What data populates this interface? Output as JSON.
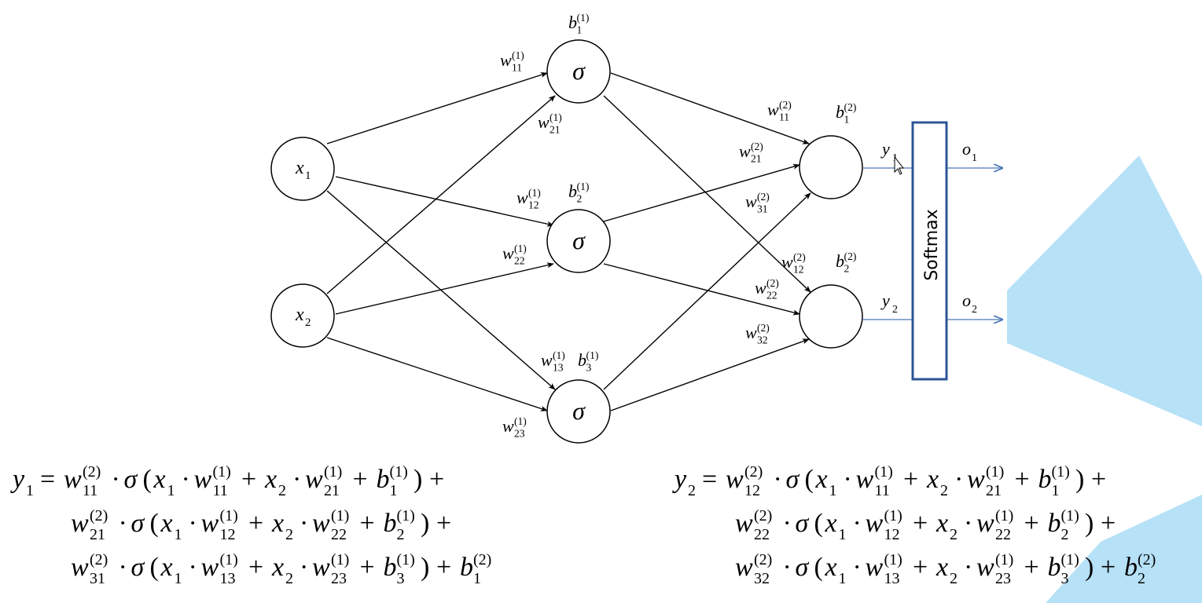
{
  "colors": {
    "edge": "#000000",
    "node_stroke": "#000000",
    "softmax_box": "#2e5596",
    "output_arrow": "#4a77b8",
    "decor_shape": "#b6e1f7"
  },
  "nodes": {
    "input_1": {
      "var": "x",
      "sub": "1"
    },
    "input_2": {
      "var": "x",
      "sub": "2"
    },
    "hidden_symbol": "σ",
    "softmax_label": "Softmax",
    "y_1": {
      "var": "y",
      "sub": "1"
    },
    "y_2": {
      "var": "y",
      "sub": "2"
    },
    "o_1": {
      "var": "o",
      "sub": "1"
    },
    "o_2": {
      "var": "o",
      "sub": "2"
    }
  },
  "labels": {
    "b1_1": {
      "base": "b",
      "sub": "1",
      "sup": "(1)"
    },
    "b2_1": {
      "base": "b",
      "sub": "2",
      "sup": "(1)"
    },
    "b3_1": {
      "base": "b",
      "sub": "3",
      "sup": "(1)"
    },
    "b1_2": {
      "base": "b",
      "sub": "1",
      "sup": "(2)"
    },
    "b2_2": {
      "base": "b",
      "sub": "2",
      "sup": "(2)"
    },
    "w11_1": {
      "base": "w",
      "sub": "11",
      "sup": "(1)"
    },
    "w21_1": {
      "base": "w",
      "sub": "21",
      "sup": "(1)"
    },
    "w12_1": {
      "base": "w",
      "sub": "12",
      "sup": "(1)"
    },
    "w22_1": {
      "base": "w",
      "sub": "22",
      "sup": "(1)"
    },
    "w13_1": {
      "base": "w",
      "sub": "13",
      "sup": "(1)"
    },
    "w23_1": {
      "base": "w",
      "sub": "23",
      "sup": "(1)"
    },
    "w11_2": {
      "base": "w",
      "sub": "11",
      "sup": "(2)"
    },
    "w21_2": {
      "base": "w",
      "sub": "21",
      "sup": "(2)"
    },
    "w31_2": {
      "base": "w",
      "sub": "31",
      "sup": "(2)"
    },
    "w12_2": {
      "base": "w",
      "sub": "12",
      "sup": "(2)"
    },
    "w22_2": {
      "base": "w",
      "sub": "22",
      "sup": "(2)"
    },
    "w32_2": {
      "base": "w",
      "sub": "32",
      "sup": "(2)"
    }
  },
  "equations": {
    "y1": [
      [
        [
          "y",
          "1",
          ""
        ],
        [
          "=",
          null,
          null
        ],
        [
          "w",
          "11",
          "(2)"
        ],
        [
          "·",
          null,
          null
        ],
        [
          "σ",
          null,
          null
        ],
        [
          "(",
          null,
          null
        ],
        [
          "x",
          "1",
          ""
        ],
        [
          "·",
          null,
          null
        ],
        [
          "w",
          "11",
          "(1)"
        ],
        [
          "+",
          null,
          null
        ],
        [
          "x",
          "2",
          ""
        ],
        [
          "·",
          null,
          null
        ],
        [
          "w",
          "21",
          "(1)"
        ],
        [
          "+",
          null,
          null
        ],
        [
          "b",
          "1",
          "(1)"
        ],
        [
          ")",
          null,
          null
        ],
        [
          "+",
          null,
          null
        ]
      ],
      [
        [
          "w",
          "21",
          "(2)"
        ],
        [
          "·",
          null,
          null
        ],
        [
          "σ",
          null,
          null
        ],
        [
          "(",
          null,
          null
        ],
        [
          "x",
          "1",
          ""
        ],
        [
          "·",
          null,
          null
        ],
        [
          "w",
          "12",
          "(1)"
        ],
        [
          "+",
          null,
          null
        ],
        [
          "x",
          "2",
          ""
        ],
        [
          "·",
          null,
          null
        ],
        [
          "w",
          "22",
          "(1)"
        ],
        [
          "+",
          null,
          null
        ],
        [
          "b",
          "2",
          "(1)"
        ],
        [
          ")",
          null,
          null
        ],
        [
          "+",
          null,
          null
        ]
      ],
      [
        [
          "w",
          "31",
          "(2)"
        ],
        [
          "·",
          null,
          null
        ],
        [
          "σ",
          null,
          null
        ],
        [
          "(",
          null,
          null
        ],
        [
          "x",
          "1",
          ""
        ],
        [
          "·",
          null,
          null
        ],
        [
          "w",
          "13",
          "(1)"
        ],
        [
          "+",
          null,
          null
        ],
        [
          "x",
          "2",
          ""
        ],
        [
          "·",
          null,
          null
        ],
        [
          "w",
          "23",
          "(1)"
        ],
        [
          "+",
          null,
          null
        ],
        [
          "b",
          "3",
          "(1)"
        ],
        [
          ")",
          null,
          null
        ],
        [
          "+",
          null,
          null
        ],
        [
          "b",
          "1",
          "(2)"
        ]
      ]
    ],
    "y2": [
      [
        [
          "y",
          "2",
          ""
        ],
        [
          "=",
          null,
          null
        ],
        [
          "w",
          "12",
          "(2)"
        ],
        [
          "·",
          null,
          null
        ],
        [
          "σ",
          null,
          null
        ],
        [
          "(",
          null,
          null
        ],
        [
          "x",
          "1",
          ""
        ],
        [
          "·",
          null,
          null
        ],
        [
          "w",
          "11",
          "(1)"
        ],
        [
          "+",
          null,
          null
        ],
        [
          "x",
          "2",
          ""
        ],
        [
          "·",
          null,
          null
        ],
        [
          "w",
          "21",
          "(1)"
        ],
        [
          "+",
          null,
          null
        ],
        [
          "b",
          "1",
          "(1)"
        ],
        [
          ")",
          null,
          null
        ],
        [
          "+",
          null,
          null
        ]
      ],
      [
        [
          "w",
          "22",
          "(2)"
        ],
        [
          "·",
          null,
          null
        ],
        [
          "σ",
          null,
          null
        ],
        [
          "(",
          null,
          null
        ],
        [
          "x",
          "1",
          ""
        ],
        [
          "·",
          null,
          null
        ],
        [
          "w",
          "12",
          "(1)"
        ],
        [
          "+",
          null,
          null
        ],
        [
          "x",
          "2",
          ""
        ],
        [
          "·",
          null,
          null
        ],
        [
          "w",
          "22",
          "(1)"
        ],
        [
          "+",
          null,
          null
        ],
        [
          "b",
          "2",
          "(1)"
        ],
        [
          ")",
          null,
          null
        ],
        [
          "+",
          null,
          null
        ]
      ],
      [
        [
          "w",
          "32",
          "(2)"
        ],
        [
          "·",
          null,
          null
        ],
        [
          "σ",
          null,
          null
        ],
        [
          "(",
          null,
          null
        ],
        [
          "x",
          "1",
          ""
        ],
        [
          "·",
          null,
          null
        ],
        [
          "w",
          "13",
          "(1)"
        ],
        [
          "+",
          null,
          null
        ],
        [
          "x",
          "2",
          ""
        ],
        [
          "·",
          null,
          null
        ],
        [
          "w",
          "23",
          "(1)"
        ],
        [
          "+",
          null,
          null
        ],
        [
          "b",
          "3",
          "(1)"
        ],
        [
          ")",
          null,
          null
        ],
        [
          "+",
          null,
          null
        ],
        [
          "b",
          "2",
          "(2)"
        ]
      ]
    ]
  }
}
